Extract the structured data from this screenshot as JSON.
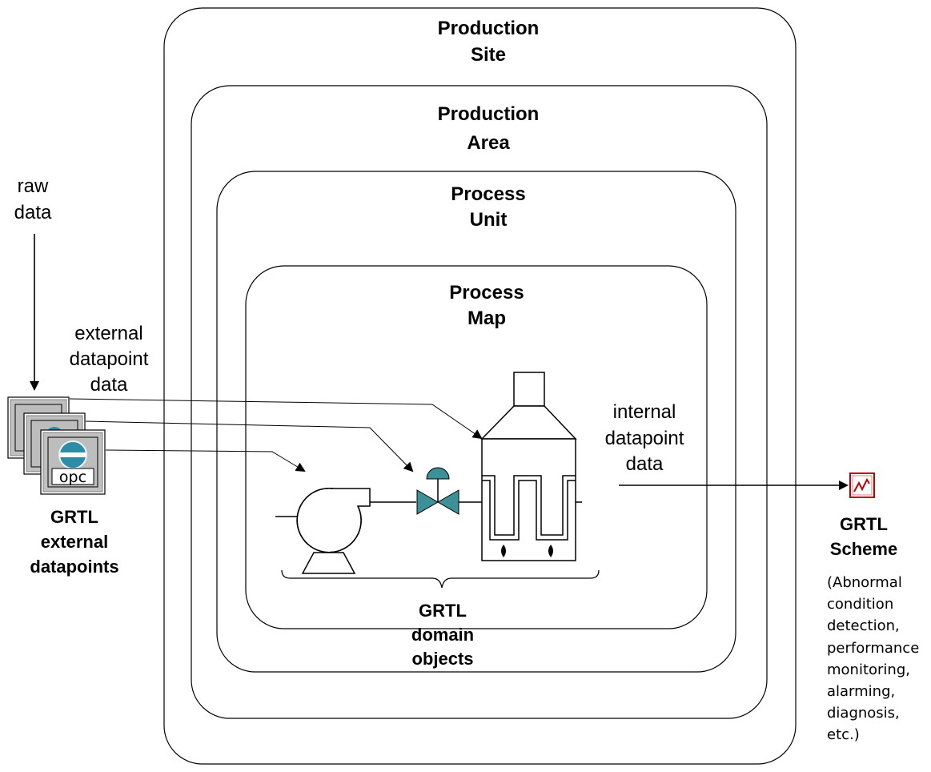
{
  "boxes": {
    "production_site": {
      "line1": "Production",
      "line2": "Site"
    },
    "production_area": {
      "line1": "Production",
      "line2": "Area"
    },
    "process_unit": {
      "line1": "Process",
      "line2": "Unit"
    },
    "process_map": {
      "line1": "Process",
      "line2": "Map"
    }
  },
  "labels": {
    "raw_data": [
      "raw",
      "data"
    ],
    "external_datapoint_data": [
      "external",
      "datapoint",
      "data"
    ],
    "internal_datapoint_data": [
      "internal",
      "datapoint",
      "data"
    ],
    "grtl_external_datapoints": [
      "GRTL",
      "external",
      "datapoints"
    ],
    "grtl_domain_objects": [
      "GRTL",
      "domain",
      "objects"
    ],
    "grtl_scheme": [
      "GRTL",
      "Scheme"
    ],
    "scheme_description": [
      "(Abnormal",
      "condition",
      "detection,",
      "performance",
      "monitoring,",
      "alarming,",
      "diagnosis,",
      "etc.)"
    ]
  },
  "opc_icon_text": "opc",
  "colors": {
    "line": "#000000",
    "icon_face": "#c0c0c0",
    "opc_blue": "#2f8ca6",
    "valve_teal": "#3d8f98",
    "scheme_red": "#c00000"
  }
}
